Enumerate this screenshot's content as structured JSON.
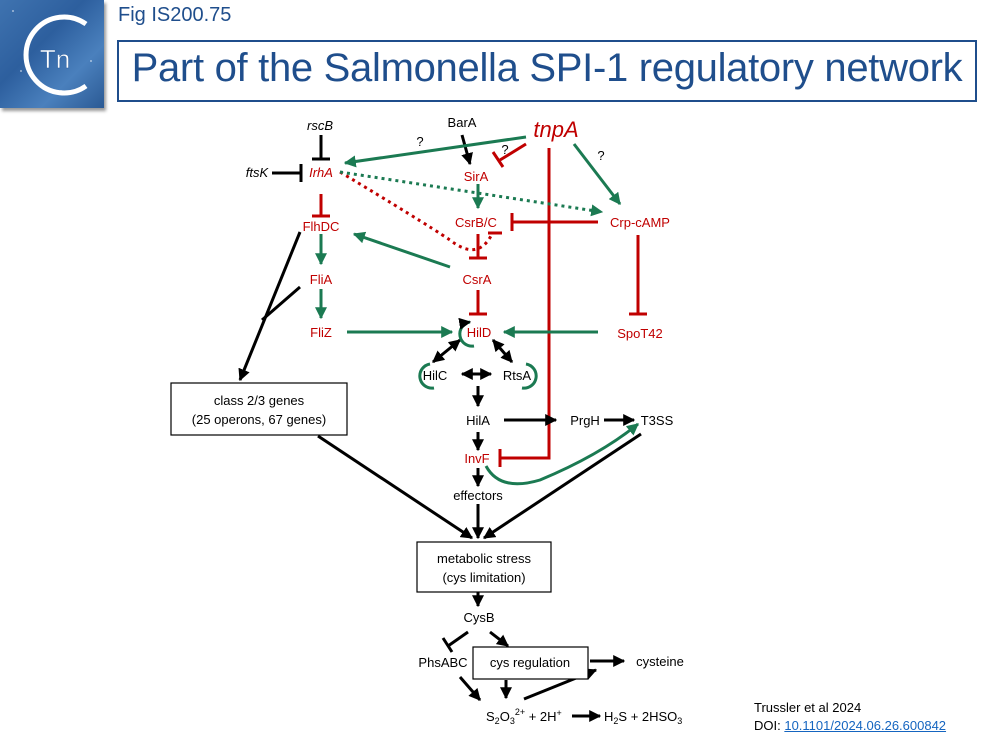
{
  "header": {
    "fig_label": "Fig IS200.75",
    "title": "Part of the Salmonella SPI-1 regulatory network",
    "logo_text": "Tn"
  },
  "colors": {
    "title_blue": "#1f4e8c",
    "repressor_red": "#c00000",
    "activation_green": "#1b7a52",
    "neutral_black": "#000000",
    "link_blue": "#1565c0"
  },
  "nodes": {
    "rscB": "rscB",
    "ftsK": "ftsK",
    "IrhA": "IrhA",
    "BarA": "BarA",
    "tnpA": "tnpA",
    "SirA": "SirA",
    "CsrBC": "CsrB/C",
    "CrpcAMP": "Crp-cAMP",
    "FlhDC": "FlhDC",
    "FliA": "FliA",
    "FliZ": "FliZ",
    "CsrA": "CsrA",
    "HilD": "HilD",
    "SpoT42": "SpoT42",
    "HilC": "HilC",
    "RtsA": "RtsA",
    "HilA": "HilA",
    "PrgH": "PrgH",
    "T3SS": "T3SS",
    "InvF": "InvF",
    "effectors": "effectors",
    "class23_line1": "class 2/3 genes",
    "class23_line2": "(25 operons, 67 genes)",
    "metabolic_line1": "metabolic stress",
    "metabolic_line2": "(cys limitation)",
    "CysB": "CysB",
    "PhsABC": "PhsABC",
    "cys_regulation": "cys regulation",
    "cysteine": "cysteine",
    "reaction_left": "S2O3 2+ + 2H+",
    "reaction_right": "H2S + 2HSO3"
  },
  "unknown_mark": "?",
  "citation": {
    "authors": "Trussler et al 2024",
    "doi_prefix": "DOI: ",
    "doi": "10.1101/2024.06.26.600842"
  }
}
